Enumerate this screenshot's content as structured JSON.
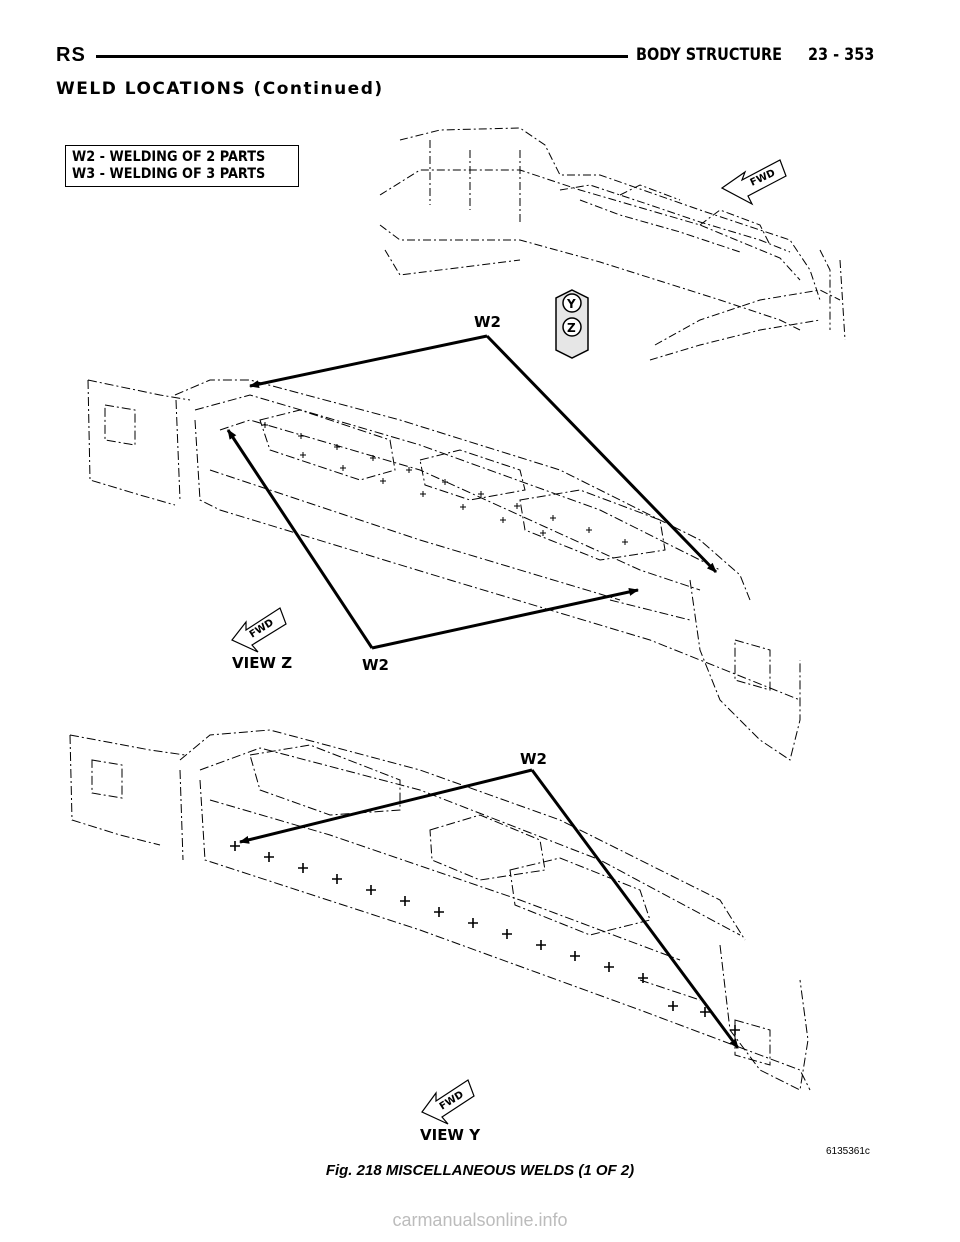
{
  "header": {
    "left": "RS",
    "section": "BODY STRUCTURE",
    "page": "23 - 353"
  },
  "subtitle": "WELD LOCATIONS (Continued)",
  "legend": {
    "line1": "W2 - WELDING OF 2 PARTS",
    "line2": "W3 - WELDING OF 3 PARTS"
  },
  "labels": {
    "w2_top": "W2",
    "w2_mid": "W2",
    "w2_lower": "W2",
    "view_z": "VIEW Z",
    "view_y": "VIEW Y",
    "fwd": "FWD",
    "marker_y": "Y",
    "marker_z": "Z"
  },
  "figure_code": "6135361c",
  "caption": "Fig. 218 MISCELLANEOUS WELDS (1 OF 2)",
  "watermark": "carmanualsonline.info"
}
